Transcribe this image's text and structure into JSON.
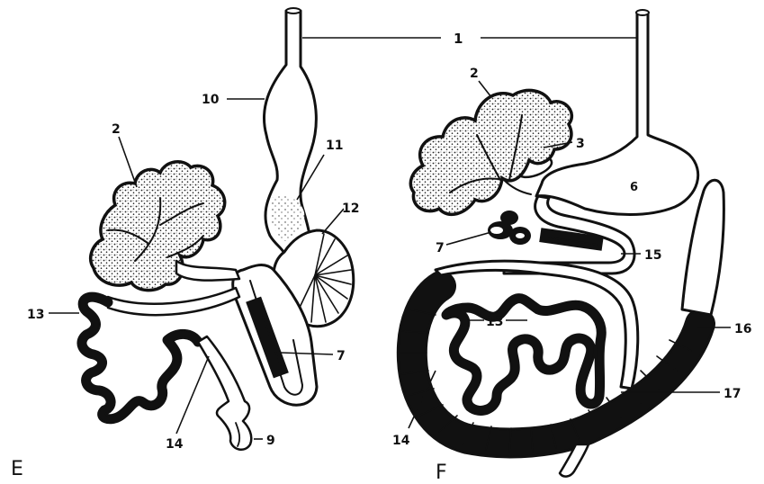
{
  "figure": {
    "panels": [
      {
        "id": "E",
        "label": "E"
      },
      {
        "id": "F",
        "label": "F"
      }
    ],
    "labels": {
      "n1": "1",
      "e2": "2",
      "e10": "10",
      "e11": "11",
      "e12": "12",
      "e13": "13",
      "e7": "7",
      "e14": "14",
      "e9": "9",
      "f2": "2",
      "f3": "3",
      "f6": "6",
      "f7": "7",
      "f15": "15",
      "f13": "13",
      "f16": "16",
      "f17": "17",
      "f14": "14"
    },
    "ink_color": "#111111",
    "background": "#ffffff"
  }
}
